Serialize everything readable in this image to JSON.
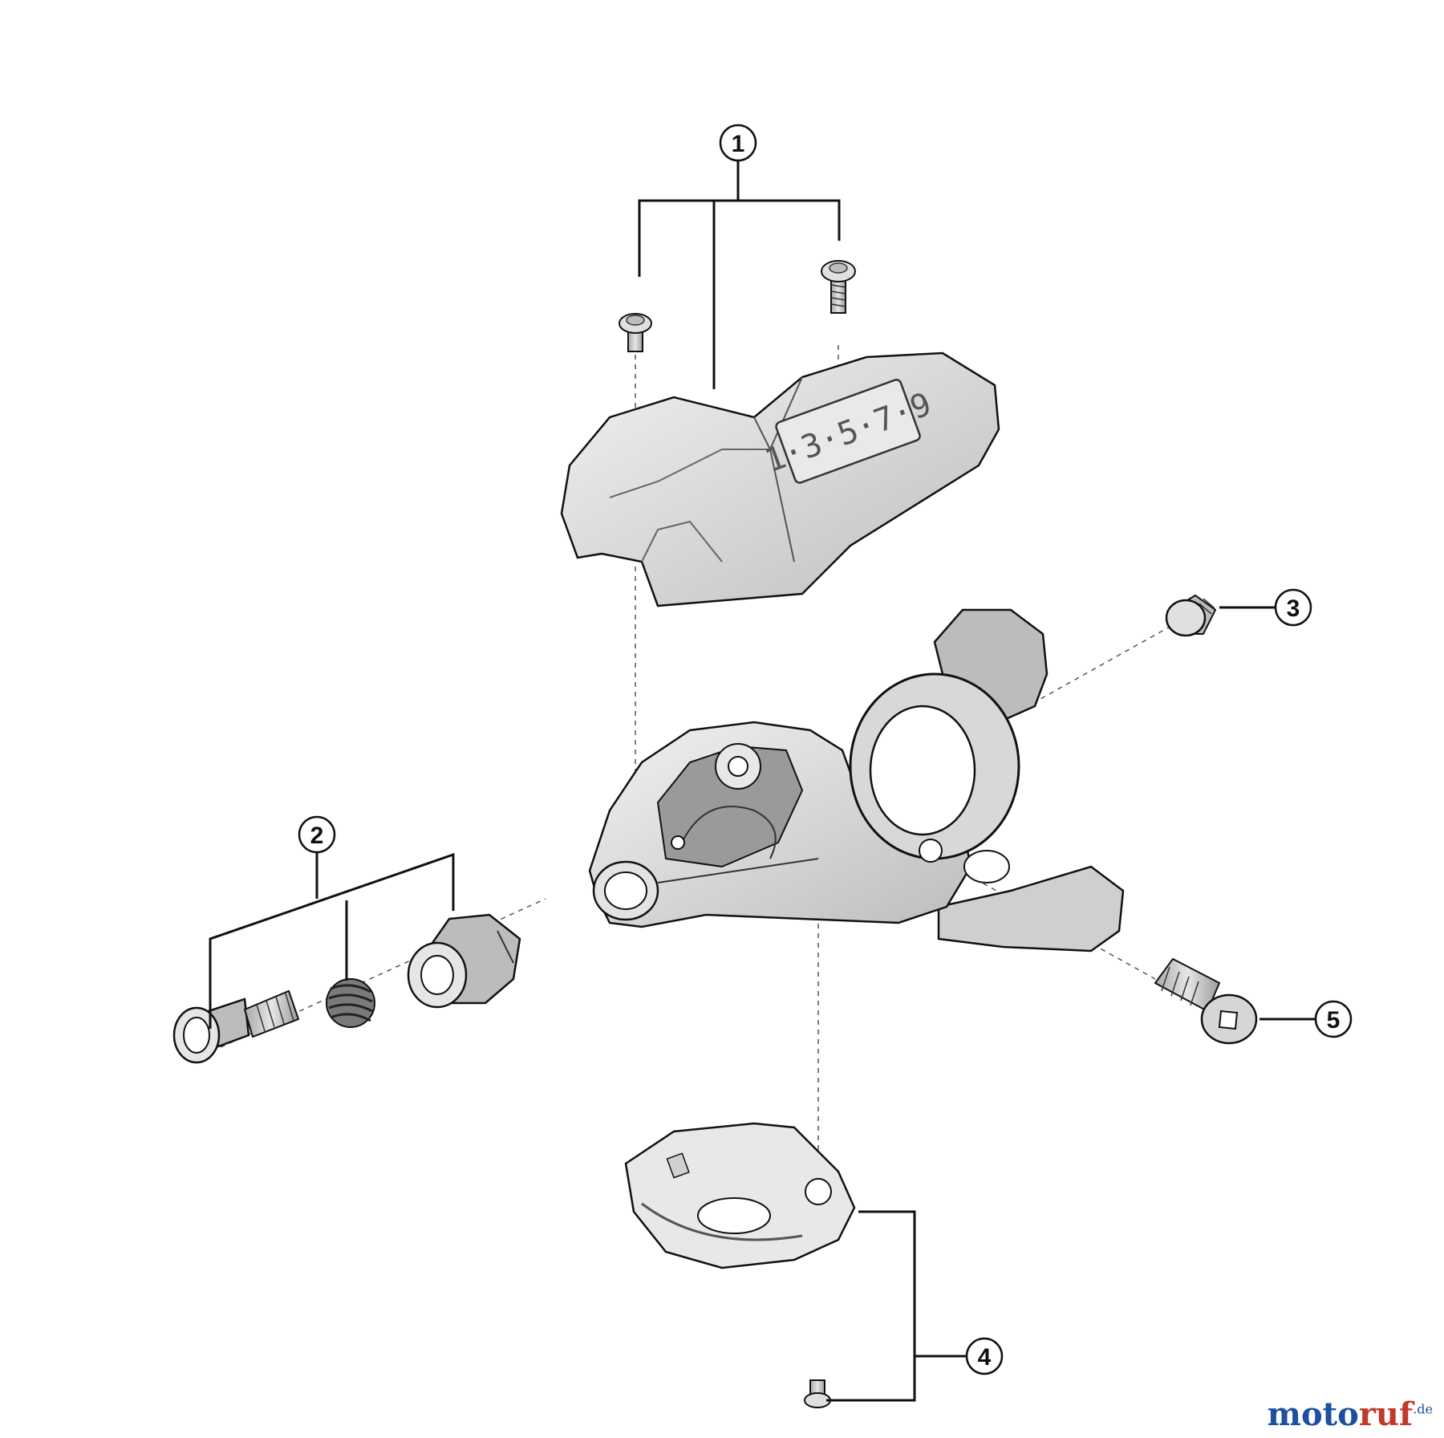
{
  "diagram": {
    "callouts": [
      {
        "id": "1",
        "label": "1"
      },
      {
        "id": "2",
        "label": "2"
      },
      {
        "id": "3",
        "label": "3"
      },
      {
        "id": "4",
        "label": "4"
      },
      {
        "id": "5",
        "label": "5"
      }
    ],
    "gear_window_text": "1·3·5·7·9",
    "colors": {
      "line": "#111111",
      "part_fill": "#d8d8d8",
      "part_dark": "#9a9a9a",
      "part_light": "#efefef"
    }
  },
  "watermark": {
    "part1": "moto",
    "part2": "ruf",
    "suffix": ".de"
  }
}
